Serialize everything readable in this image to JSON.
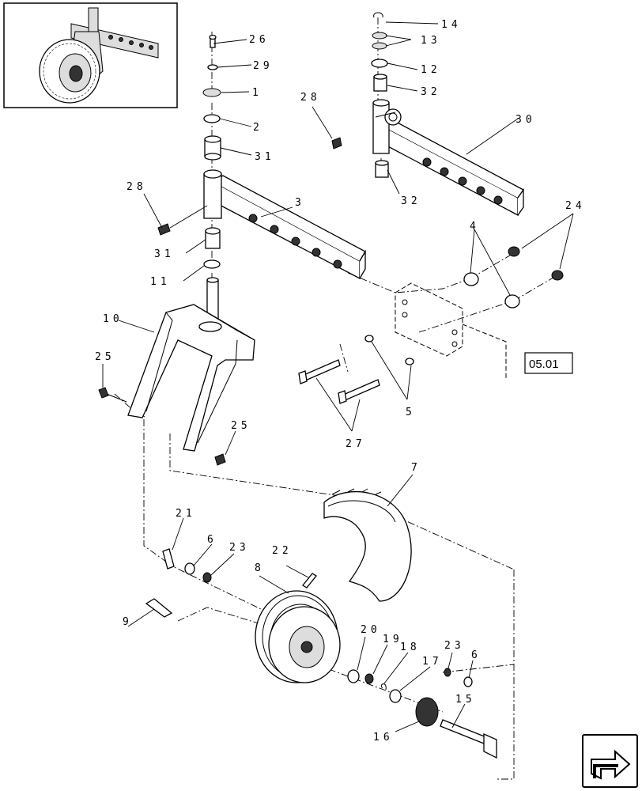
{
  "diagram": {
    "reference_box": "05.01",
    "callouts": [
      {
        "id": "c1",
        "text": "1"
      },
      {
        "id": "c2",
        "text": "2"
      },
      {
        "id": "c3",
        "text": "3"
      },
      {
        "id": "c4",
        "text": "4"
      },
      {
        "id": "c5",
        "text": "5"
      },
      {
        "id": "c6a",
        "text": "6"
      },
      {
        "id": "c6b",
        "text": "6"
      },
      {
        "id": "c7",
        "text": "7"
      },
      {
        "id": "c8",
        "text": "8"
      },
      {
        "id": "c9",
        "text": "9"
      },
      {
        "id": "c10",
        "text": "10"
      },
      {
        "id": "c11",
        "text": "11"
      },
      {
        "id": "c12",
        "text": "12"
      },
      {
        "id": "c13",
        "text": "13"
      },
      {
        "id": "c14",
        "text": "14"
      },
      {
        "id": "c15",
        "text": "15"
      },
      {
        "id": "c16",
        "text": "16"
      },
      {
        "id": "c17",
        "text": "17"
      },
      {
        "id": "c18",
        "text": "18"
      },
      {
        "id": "c19",
        "text": "19"
      },
      {
        "id": "c20",
        "text": "20"
      },
      {
        "id": "c21",
        "text": "21"
      },
      {
        "id": "c22",
        "text": "22"
      },
      {
        "id": "c23a",
        "text": "23"
      },
      {
        "id": "c23b",
        "text": "23"
      },
      {
        "id": "c24",
        "text": "24"
      },
      {
        "id": "c25a",
        "text": "25"
      },
      {
        "id": "c25b",
        "text": "25"
      },
      {
        "id": "c26",
        "text": "26"
      },
      {
        "id": "c27",
        "text": "27"
      },
      {
        "id": "c28a",
        "text": "28"
      },
      {
        "id": "c28b",
        "text": "28"
      },
      {
        "id": "c29",
        "text": "29"
      },
      {
        "id": "c30",
        "text": "30"
      },
      {
        "id": "c31a",
        "text": "31"
      },
      {
        "id": "c31b",
        "text": "31"
      },
      {
        "id": "c32a",
        "text": "32"
      },
      {
        "id": "c32b",
        "text": "32"
      }
    ]
  },
  "navigation": {
    "icon": "next-page-arrow-icon"
  }
}
